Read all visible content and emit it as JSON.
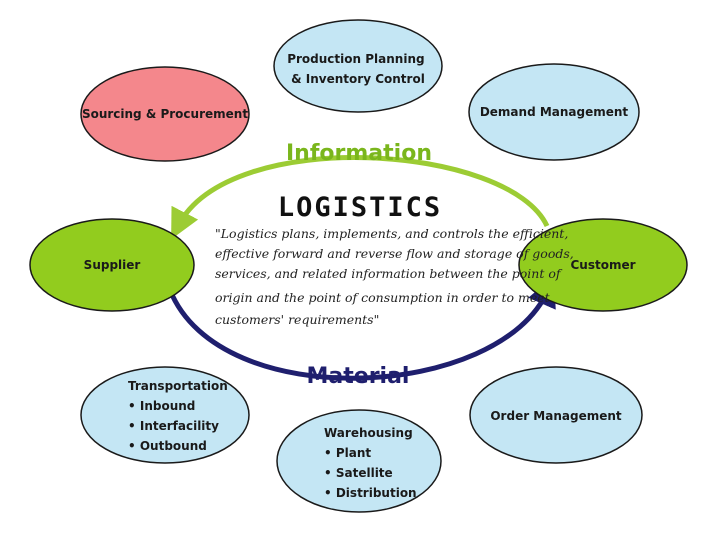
{
  "colors": {
    "sky_fill": "#c4e6f4",
    "pink_fill": "#f4878c",
    "green_fill": "#92cc1e",
    "node_stroke": "#1a1a1a",
    "information_arrow": "#9ccc34",
    "information_text": "#7ab61c",
    "material_arrow": "#1f1f6e",
    "material_text": "#1f1f6e"
  },
  "nodes": {
    "production_planning": {
      "lines": [
        "Production Planning",
        "& Inventory Control"
      ]
    },
    "sourcing": {
      "lines": [
        "Sourcing & Procurement"
      ]
    },
    "demand": {
      "lines": [
        "Demand Management"
      ]
    },
    "supplier": {
      "lines": [
        "Supplier"
      ]
    },
    "customer": {
      "lines": [
        "Customer"
      ]
    },
    "transportation": {
      "lines": [
        "Transportation",
        "•  Inbound",
        "•  Interfacility",
        "•  Outbound"
      ]
    },
    "warehousing": {
      "lines": [
        "Warehousing",
        "•  Plant",
        "•  Satellite",
        "•  Distribution"
      ]
    },
    "order": {
      "lines": [
        "Order Management"
      ]
    }
  },
  "flows": {
    "information": "Information",
    "material": "Material"
  },
  "center": {
    "title": "LOGISTICS",
    "definition": [
      "\"Logistics plans, implements, and controls the efficient,",
      "effective forward and reverse flow and storage of goods,",
      "services, and related information between the point of",
      "origin and the point of consumption in order to meet",
      "customers' requirements\""
    ]
  }
}
